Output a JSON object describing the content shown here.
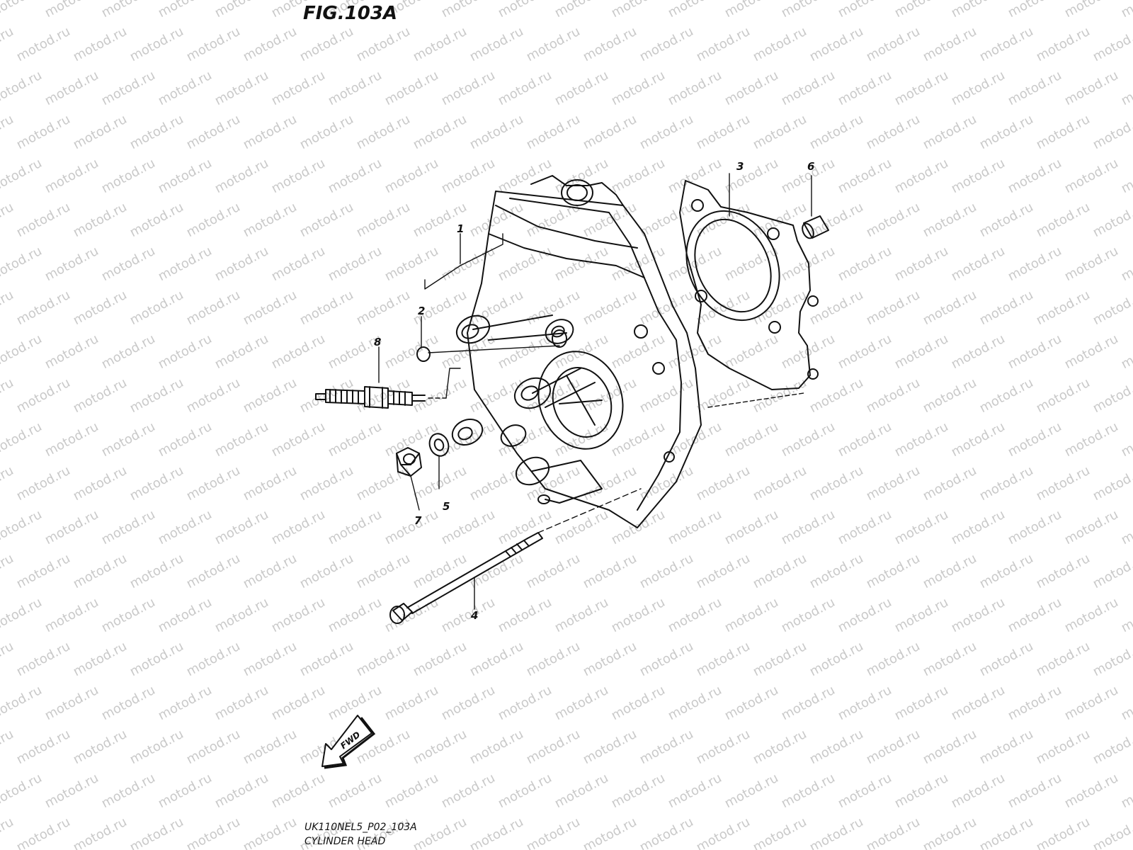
{
  "figure": {
    "title": "FIG.103A",
    "code": "UK110NEL5_P02_103A",
    "name": "CYLINDER HEAD",
    "fwd_label": "FWD",
    "watermark": "motod.ru"
  },
  "callouts": [
    {
      "id": "callout-1",
      "number": "1"
    },
    {
      "id": "callout-2",
      "number": "2"
    },
    {
      "id": "callout-3",
      "number": "3"
    },
    {
      "id": "callout-4",
      "number": "4"
    },
    {
      "id": "callout-5",
      "number": "5"
    },
    {
      "id": "callout-6",
      "number": "6"
    },
    {
      "id": "callout-7",
      "number": "7"
    },
    {
      "id": "callout-8",
      "number": "8"
    }
  ]
}
